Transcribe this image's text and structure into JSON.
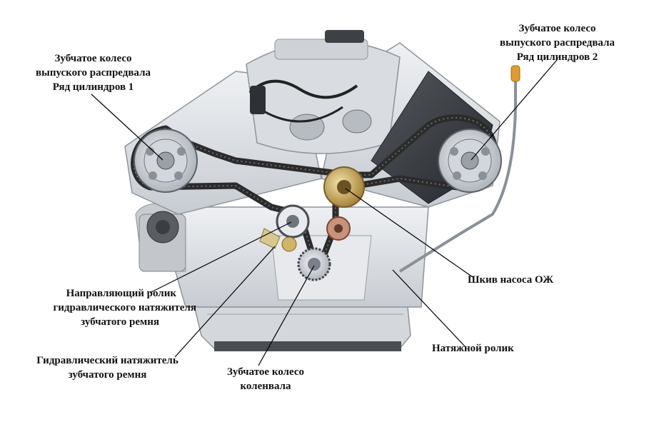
{
  "labels": {
    "exhaust_cam_bank1": [
      "Зубчатое колесо",
      "выпуского распредвала",
      "Ряд цилиндров 1"
    ],
    "exhaust_cam_bank2": [
      "Зубчатое колесо",
      "выпуского распредвала",
      "Ряд цилиндров 2"
    ],
    "coolant_pump_pulley": [
      "Шкив насоса ОЖ"
    ],
    "guide_roller": [
      "Направляющий ролик",
      "гидравлического  натяжителя",
      "зубчатого ремня"
    ],
    "tensioner_roller": [
      "Натяжной ролик"
    ],
    "hydraulic_tensioner": [
      "Гидравлический натяжитель",
      "зубчатого ремня"
    ],
    "crankshaft_sprocket": [
      "Зубчатое колесо",
      "коленвала"
    ]
  },
  "colors": {
    "engine_light": "#dfe2e6",
    "engine_mid": "#b9bec5",
    "engine_dark": "#3a3d42",
    "belt": "#2b2b2b",
    "pump_pulley": "#c9a95a",
    "tensioner": "#b77456",
    "leader": "#000000"
  }
}
